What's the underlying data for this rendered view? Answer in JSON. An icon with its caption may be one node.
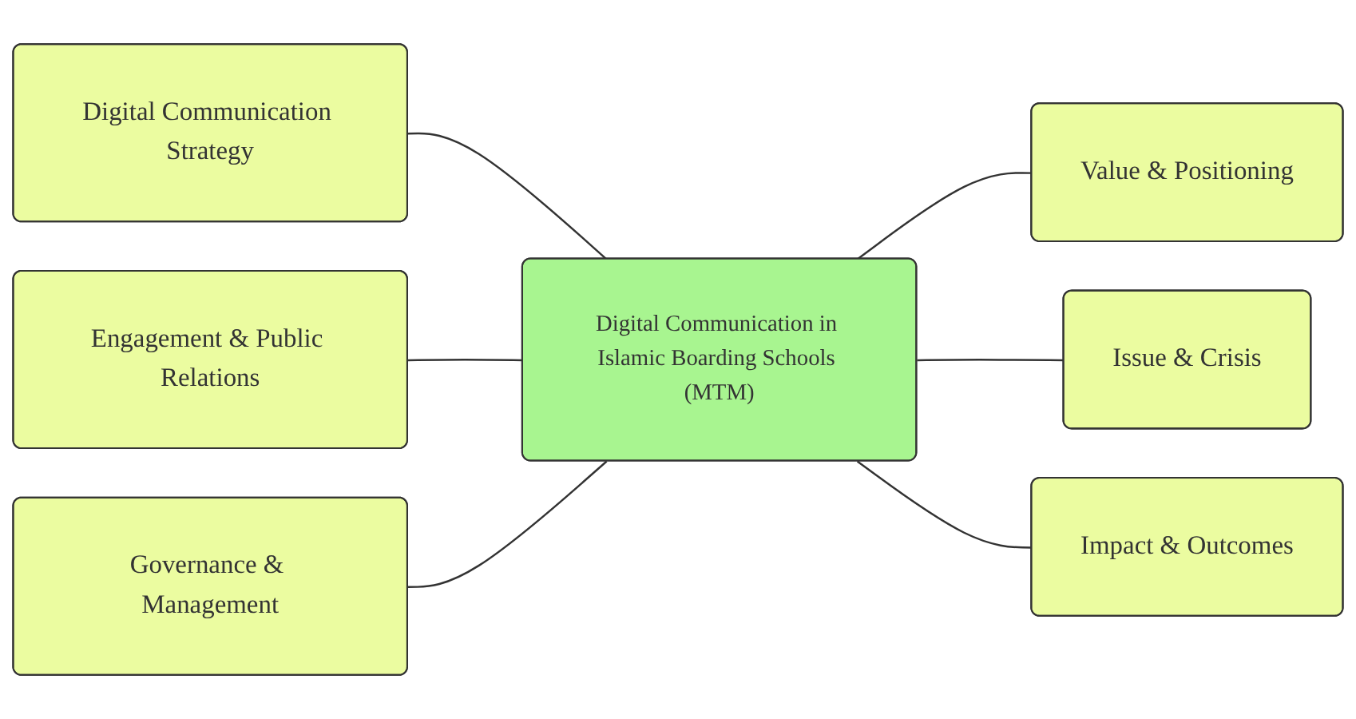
{
  "diagram": {
    "nodes": [
      {
        "text": [
          "Digital Communication Strategy"
        ]
      },
      {
        "text": [
          "Engagement & Public Relations"
        ]
      },
      {
        "text": [
          "Governance & Management"
        ]
      },
      {
        "text": [
          "Digital Communication in Islamic Boarding Schools (MTM)"
        ]
      },
      {
        "text": [
          "Value & Positioning"
        ]
      },
      {
        "text": [
          "Issue & Crisis"
        ]
      },
      {
        "text": [
          "Impact & Outcomes"
        ]
      }
    ],
    "edges": [
      {
        "from": 0,
        "to": 3,
        "arrow": "none"
      },
      {
        "from": 1,
        "to": 3,
        "arrow": "none"
      },
      {
        "from": 2,
        "to": 3,
        "arrow": "none"
      },
      {
        "from": 3,
        "to": 4,
        "arrow": "none"
      },
      {
        "from": 3,
        "to": 5,
        "arrow": "none"
      },
      {
        "from": 3,
        "to": 6,
        "arrow": "none"
      }
    ]
  }
}
